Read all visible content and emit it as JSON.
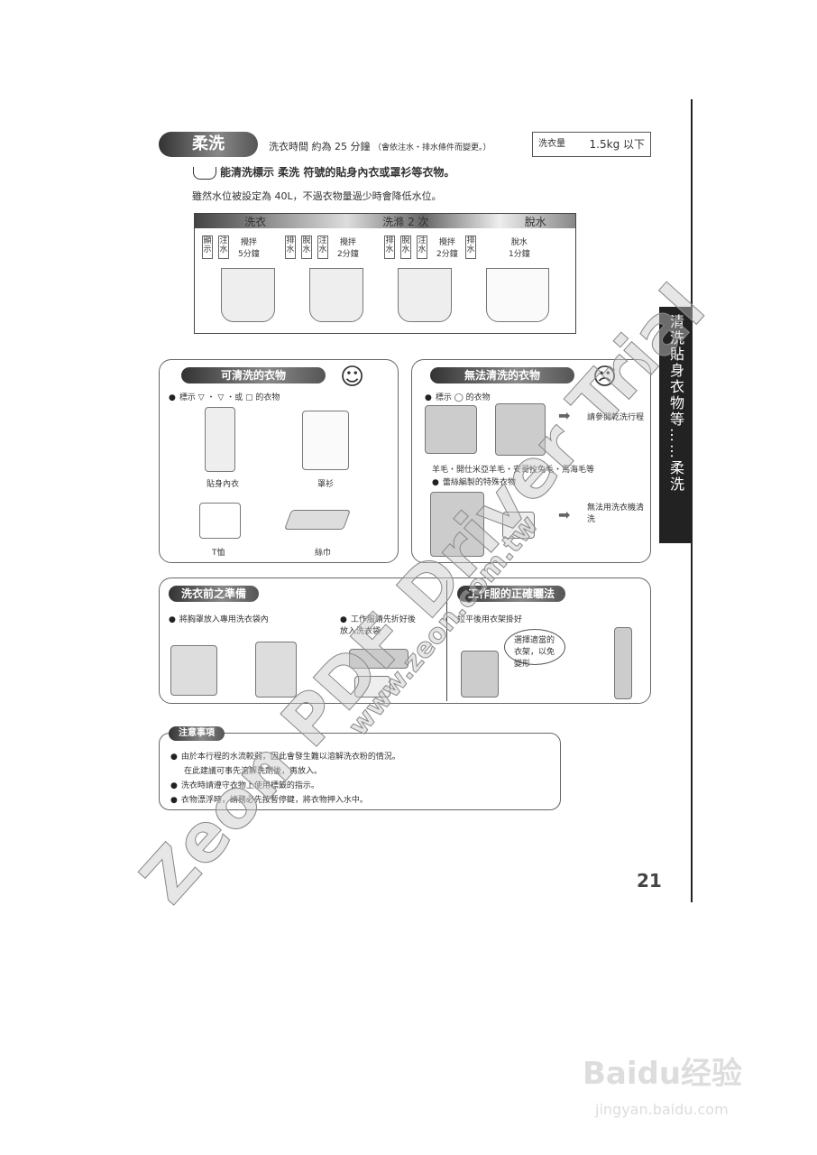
{
  "header": {
    "mode": "柔洗",
    "time": "洗衣時間 約為 25 分鐘",
    "time_note": "（會依注水・排水條件而變更。）",
    "load_label": "洗衣量",
    "load_value": "1.5kg 以下"
  },
  "intro": {
    "line1": "能清洗標示 柔洗 符號的貼身內衣或罩衫等衣物。",
    "line2": "雖然水位被設定為 40L，不過衣物量過少時會降低水位。"
  },
  "process": {
    "stages": [
      "洗衣",
      "洗滌 2 次",
      "脫水"
    ],
    "steps": [
      {
        "boxes": [
          "顯示",
          "注水"
        ],
        "text": "攪拌\n5分鐘"
      },
      {
        "boxes": [
          "排水",
          "脫水",
          "注水"
        ],
        "text": "攪拌\n2分鐘"
      },
      {
        "boxes": [
          "排水",
          "脫水",
          "注水"
        ],
        "text": "攪拌\n2分鐘"
      },
      {
        "boxes": [
          "排水"
        ],
        "text": "脫水\n1分鐘"
      }
    ]
  },
  "washable": {
    "title": "可清洗的衣物",
    "label_prefix": "標示",
    "label_suffix": "・或",
    "label_end": "的衣物",
    "items": [
      "貼身內衣",
      "罩衫",
      "T恤",
      "絲巾"
    ]
  },
  "not_washable": {
    "title": "無法清洗的衣物",
    "label": "標示",
    "label_end": "的衣物",
    "dry_clean": "請參閱乾洗行程",
    "materials": "羊毛・開仕米亞羊毛・安哥拉兔毛・馬海毛等",
    "lace": "蕾絲編製的特殊衣物",
    "no_machine": "無法用洗衣機清洗"
  },
  "prep": {
    "title": "洗衣前之準備",
    "tip1": "將胸罩放入專用洗衣袋內",
    "tip2a": "工作服請先折好後",
    "tip2b": "放入洗衣袋"
  },
  "drying": {
    "title": "工作服的正確曬法",
    "tip": "拉平後用衣架掛好",
    "bubble": "選擇適當的衣架，以免變形"
  },
  "notes": {
    "title": "注意事項",
    "items": [
      "由於本行程的水流較弱，因此會發生難以溶解洗衣粉的情況。",
      "在此建議可事先溶解洗劑後，再放入。",
      "洗衣時請遵守衣物上使用標籤的指示。",
      "衣物漂浮時，請務必先按暫停鍵，將衣物押入水中。"
    ]
  },
  "side_tab": "清洗貼身衣物等……柔洗",
  "page_number": "21",
  "watermarks": {
    "zeon": "Zeon PDF Driver Trial",
    "zeon_url": "www.zeon.com.tw",
    "baidu": "Baidu经验",
    "baidu_url": "jingyan.baidu.com"
  }
}
